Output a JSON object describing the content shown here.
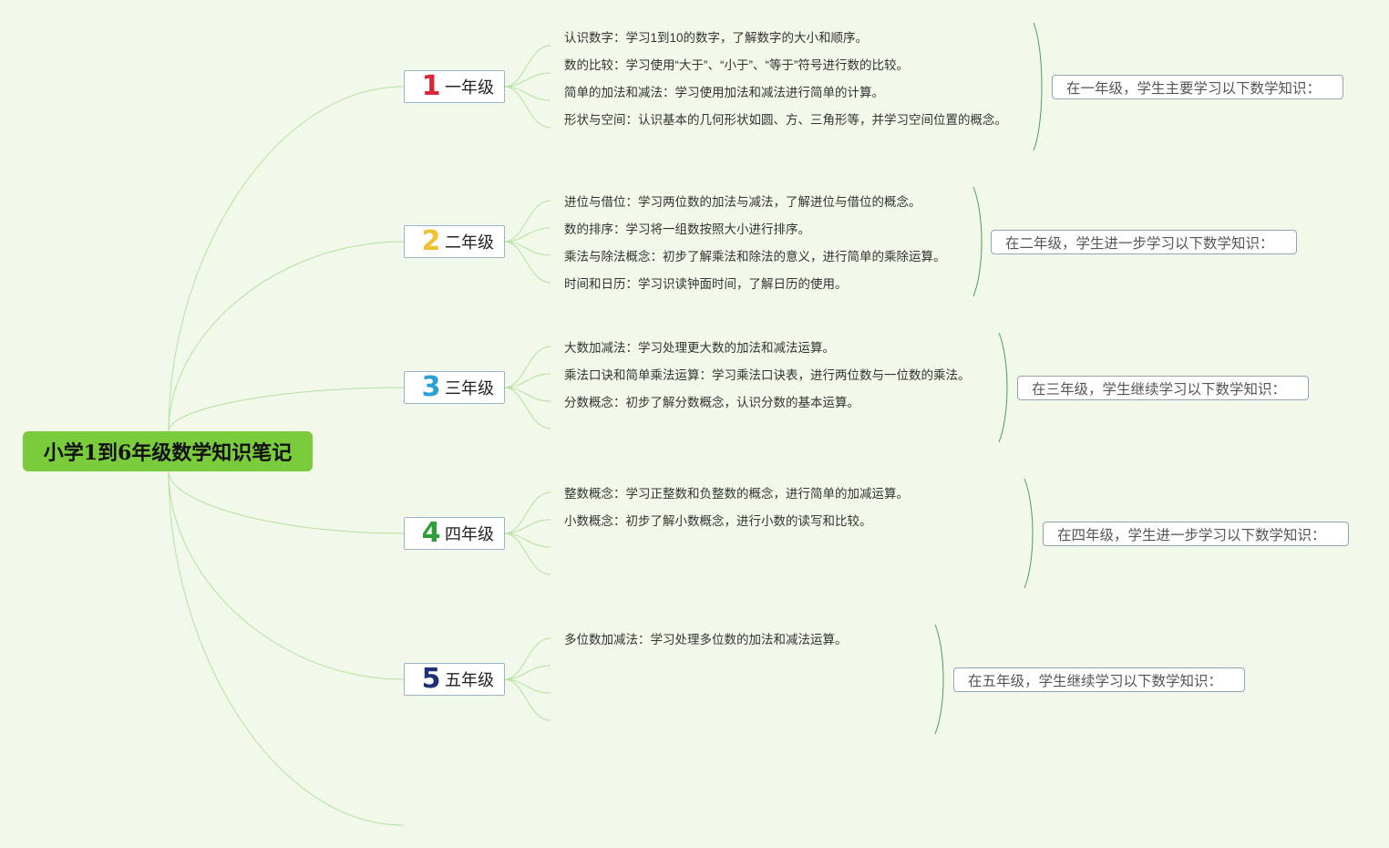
{
  "root": {
    "title": "小学1到6年级数学知识笔记"
  },
  "colors": {
    "background": "#f2f9eb",
    "root": "#7bcc3c",
    "connector": "#b7e0a0",
    "bracket": "#4d9a6a"
  },
  "grades": [
    {
      "number": "1",
      "label": "一年级",
      "color": "#d8263a",
      "items": [
        "认识数字：学习1到10的数字，了解数字的大小和顺序。",
        "数的比较：学习使用“大于”、“小于”、“等于”符号进行数的比较。",
        "简单的加法和减法：学习使用加法和减法进行简单的计算。",
        "形状与空间：认识基本的几何形状如圆、方、三角形等，并学习空间位置的概念。"
      ],
      "summary": "在一年级，学生主要学习以下数学知识："
    },
    {
      "number": "2",
      "label": "二年级",
      "color": "#f2c12e",
      "items": [
        "进位与借位：学习两位数的加法与减法，了解进位与借位的概念。",
        "数的排序：学习将一组数按照大小进行排序。",
        "乘法与除法概念：初步了解乘法和除法的意义，进行简单的乘除运算。",
        "时间和日历：学习识读钟面时间，了解日历的使用。"
      ],
      "summary": "在二年级，学生进一步学习以下数学知识："
    },
    {
      "number": "3",
      "label": "三年级",
      "color": "#2a9fd8",
      "items": [
        "大数加减法：学习处理更大数的加法和减法运算。",
        "乘法口诀和简单乘法运算：学习乘法口诀表，进行两位数与一位数的乘法。",
        "分数概念：初步了解分数概念，认识分数的基本运算。"
      ],
      "summary": "在三年级，学生继续学习以下数学知识："
    },
    {
      "number": "4",
      "label": "四年级",
      "color": "#2e9e3a",
      "items": [
        "整数概念：学习正整数和负整数的概念，进行简单的加减运算。",
        "小数概念：初步了解小数概念，进行小数的读写和比较。"
      ],
      "summary": "在四年级，学生进一步学习以下数学知识："
    },
    {
      "number": "5",
      "label": "五年级",
      "color": "#1f2f78",
      "items": [
        "多位数加减法：学习处理多位数的加法和减法运算。"
      ],
      "summary": "在五年级，学生继续学习以下数学知识："
    }
  ]
}
